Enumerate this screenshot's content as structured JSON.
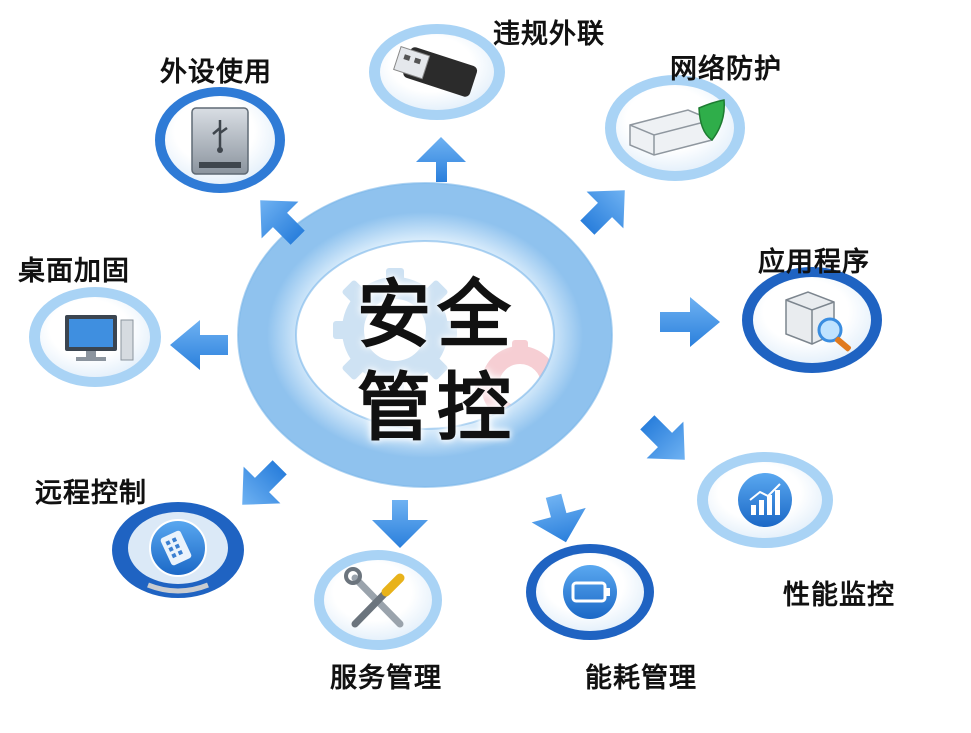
{
  "center": {
    "line1": "安全",
    "line2": "管控"
  },
  "nodes": [
    {
      "key": "peripheral",
      "label": "外设使用",
      "icon": "usb-drive-icon"
    },
    {
      "key": "outreach",
      "label": "违规外联",
      "icon": "usb-plug-icon"
    },
    {
      "key": "network",
      "label": "网络防护",
      "icon": "router-shield-icon"
    },
    {
      "key": "application",
      "label": "应用程序",
      "icon": "app-search-icon"
    },
    {
      "key": "performance",
      "label": "性能监控",
      "icon": "bar-chart-icon"
    },
    {
      "key": "energy",
      "label": "能耗管理",
      "icon": "battery-icon"
    },
    {
      "key": "service",
      "label": "服务管理",
      "icon": "tools-icon"
    },
    {
      "key": "remote",
      "label": "远程控制",
      "icon": "remote-control-icon"
    },
    {
      "key": "desktop",
      "label": "桌面加固",
      "icon": "computer-icon"
    }
  ],
  "colors": {
    "ring": "#a9d3f5",
    "ring_dark": "#2f6fd0",
    "arrow": "#3b8ee6",
    "gear_blue": "#c9dff2",
    "gear_red": "#f6c9cf"
  }
}
